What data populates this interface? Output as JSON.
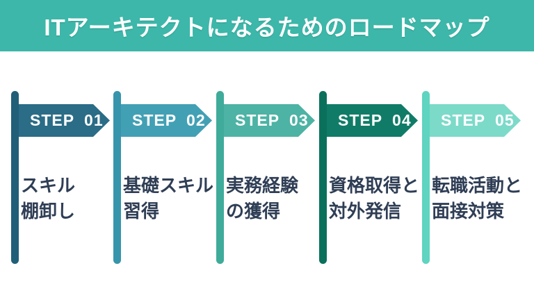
{
  "banner": {
    "title": "ITアーキテクトになるためのロードマップ",
    "bg_color": "#3cb7a9",
    "text_color": "#ffffff"
  },
  "description_text_color": "#2f3e55",
  "steps": [
    {
      "label": "STEP 01",
      "description": "スキル\n棚卸し",
      "ribbon_color": "#2b6c86",
      "bar_color": "#215f78"
    },
    {
      "label": "STEP 02",
      "description": "基礎スキル\n習得",
      "ribbon_color": "#42a0b5",
      "bar_color": "#3795ab"
    },
    {
      "label": "STEP 03",
      "description": "実務経験\nの獲得",
      "ribbon_color": "#4db3a4",
      "bar_color": "#3fab9a"
    },
    {
      "label": "STEP 04",
      "description": "資格取得と\n対外発信",
      "ribbon_color": "#107c67",
      "bar_color": "#0a705c"
    },
    {
      "label": "STEP 05",
      "description": "転職活動と\n面接対策",
      "ribbon_color": "#7cdac9",
      "bar_color": "#5fd4c0"
    }
  ]
}
